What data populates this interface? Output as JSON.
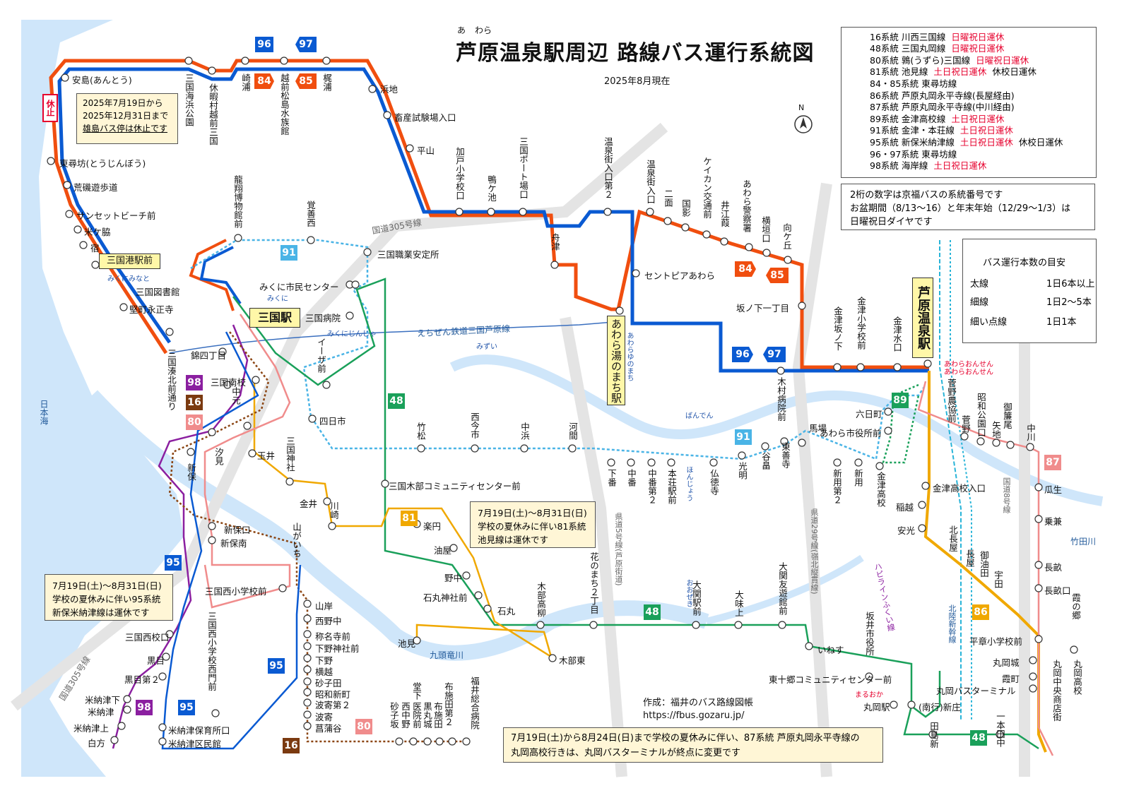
{
  "header": {
    "title": "芦原温泉駅周辺 路線バス運行系統図",
    "ruby_a": "あ",
    "ruby_wara": "わら",
    "date": "2025年8月現在",
    "compass": "N"
  },
  "legend": {
    "rows": [
      {
        "label": "16系統 川西三国線",
        "note": "日曜祝日運休",
        "note2": "",
        "color": "#8b4513",
        "style": "dotted"
      },
      {
        "label": "48系統 三国丸岡線",
        "note": "日曜祝日運休",
        "note2": "",
        "color": "#1aa05a",
        "style": "solid"
      },
      {
        "label": "80系統 鶉(うずら)三国線",
        "note": "日曜祝日運休",
        "note2": "",
        "color": "#f08c8c",
        "style": "solid"
      },
      {
        "label": "81系統 池見線",
        "note": "土日祝日運休",
        "note2": "休校日運休",
        "color": "#f0a800",
        "style": "solid"
      },
      {
        "label": "84・85系統 東尋坊線",
        "note": "",
        "note2": "",
        "color": "#f04e0f",
        "style": "thick"
      },
      {
        "label": "86系統 芦原丸岡永平寺線(長屋経由)",
        "note": "",
        "note2": "",
        "color": "#f0a800",
        "style": "thick"
      },
      {
        "label": "87系統 芦原丸岡永平寺線(中川経由)",
        "note": "",
        "note2": "",
        "color": "#f08c8c",
        "style": "solid"
      },
      {
        "label": "89系統 金津高校線",
        "note": "土日祝日運休",
        "note2": "",
        "color": "#1aa05a",
        "style": "dotted"
      },
      {
        "label": "91系統 金津・本荘線",
        "note": "土日祝日運休",
        "note2": "",
        "color": "#4ab4e6",
        "style": "dotted"
      },
      {
        "label": "95系統 新保米納津線",
        "note": "土日祝日運休",
        "note2": "休校日運休",
        "color": "#0a5ad2",
        "style": "solid"
      },
      {
        "label": "96・97系統 東尋坊線",
        "note": "",
        "note2": "",
        "color": "#0a5ad2",
        "style": "thick"
      },
      {
        "label": "98系統 海岸線",
        "note": "土日祝日運休",
        "note2": "",
        "color": "#8b1fa0",
        "style": "solid"
      }
    ]
  },
  "note_numbers": {
    "line1": "2桁の数字は京福バスの系統番号です",
    "line2": "お盆期間（8/13～16）と年末年始（12/29～1/3）は",
    "line3": "日曜祝日ダイヤです"
  },
  "frequency": {
    "title": "バス運行本数の目安",
    "rows": [
      {
        "name": "太線",
        "desc": "1日6本以上"
      },
      {
        "name": "細線",
        "desc": "1日2～5本"
      },
      {
        "name": "細い点線",
        "desc": "1日1本"
      }
    ]
  },
  "notices": {
    "suspension_tag": "休止",
    "suspension": [
      "2025年7月19日から",
      "2025年12月31日まで",
      "雄島バス停は休止です"
    ],
    "route81": [
      "7月19日(土)～8月31日(日)",
      "学校の夏休みに伴い81系統",
      "池見線は運休です"
    ],
    "route95": [
      "7月19日(土)～8月31日(日)",
      "学校の夏休みに伴い95系統",
      "新保米納津線は運休です"
    ],
    "route87": [
      "7月19日(土)から8月24日(日)まで学校の夏休みに伴い、87系統 芦原丸岡永平寺線の",
      "丸岡高校行きは、丸岡バスターミナルが終点に変更です"
    ]
  },
  "credit": {
    "line1": "作成：福井のバス路線図帳",
    "line2": "https://fbus.gozaru.jp/"
  },
  "stations": {
    "mikuni": "三国駅",
    "mikuniminato": "三国港駅前",
    "yunomachi": "あわら湯のまち駅",
    "awaraonsen": "芦原温泉駅"
  },
  "route_badges": {
    "r84": "84",
    "r85": "85",
    "r96": "96",
    "r97": "97",
    "r91": "91",
    "r48": "48",
    "r89": "89",
    "r98": "98",
    "r16": "16",
    "r80": "80",
    "r81": "81",
    "r95": "95",
    "r86": "86",
    "r87": "87"
  },
  "stops": {
    "anto": "安島(あんとう)",
    "tojinbo": "東尋坊(とうじんぼう)",
    "araiso": "荒磯遊歩道",
    "sunset": "サンセットビーチ前",
    "yonegawaki": "米ケ脇",
    "shuku": "宿",
    "toshokan": "三国図書館",
    "katamachi": "堅町永正寺",
    "kamotsu": "三国湊北前通り",
    "nishikishi": "錦四丁目",
    "minamiko": "三国南校",
    "nakamoto": "中元",
    "shiomi": "汐見",
    "shinbo": "新保",
    "shinboguchi": "新保口",
    "shinbominami": "新保南",
    "nishisho": "三国西小学校前",
    "nishiko": "三国西校口",
    "kurome": "黒目",
    "kurome2": "黒目第２",
    "yonaijushita": "米納津下",
    "yonaiju": "米納津",
    "yonaijukami": "米納津上",
    "shirakata": "白方",
    "nishishomon": "三国西小学校西門前",
    "hoiku": "米納津保育所口",
    "kominkan": "米納津区民館",
    "kaihin": "三国海浜公園",
    "kyuka": "休暇村越前三国",
    "sakiura": "崎浦",
    "suizokukan": "越前松島水族館",
    "kajiura": "梶浦",
    "hamaji": "浜地",
    "chikusan": "畜産試験場入口",
    "hirayama": "平山",
    "kado": "加戸小学校口",
    "kamogaike": "鴨ケ池",
    "port": "三国ポート場口",
    "funazu": "舟津",
    "onsengai2": "温泉街入口第２",
    "onsengai": "温泉街入口",
    "futaomote": "二面",
    "kuniyoshi": "国影",
    "keikan": "ケイカン交通前",
    "igarashi": "井江葭",
    "keisatsu": "あわら警察署",
    "yokogaki": "横垣口",
    "mukogaoka": "向ケ丘",
    "centpia": "セントピアあわら",
    "sakanoshita": "坂ノ下一丁目",
    "kanazusaka": "金津坂ノ下",
    "kanazusho": "金津小学校前",
    "kanazumizu": "金津水口",
    "ryusho": "龍翔博物館前",
    "oboezen": "覚善西",
    "shokuan": "三国職業安定所",
    "shimincenter": "みくに市民センター",
    "byoin": "三国病院",
    "izaki": "イーザ前",
    "yokkaichi": "四日市",
    "tamai": "玉井",
    "mikunijinja": "三国神社",
    "kanei": "金井",
    "kawasaki": "川崎",
    "yamagaichi": "山がいち",
    "sanan": "山岸",
    "nishino": "西野中",
    "shomyo": "称名寺前",
    "shimono_jinja": "下野神社前",
    "shimono": "下野",
    "yokokoshi": "横越",
    "sagoda": "砂子田",
    "showashinmachi": "昭和新町",
    "hayose2": "波寄第２",
    "hayose": "波寄",
    "komoya": "菖蒲谷",
    "kibe_cc": "三国木部コミュニティセンター前",
    "rakuen": "楽円",
    "aburaya": "油屋",
    "nonaka": "野中",
    "ishimaru_jinja": "石丸神社前",
    "ishimaru": "石丸",
    "ikemi": "池見",
    "kibehigashi": "木部東",
    "kibetakayanagi": "木部高柳",
    "hanamachi2": "花のまち２丁目",
    "takegi": "竹松",
    "nishiimaichi": "西今市",
    "nakahama": "中浜",
    "kawama": "河間",
    "shimoban": "下番",
    "nakaban": "中番",
    "nakaban2": "中番第２",
    "honjoeki": "本荘駅前",
    "butsutokuji": "仏徳寺",
    "mitsuaki": "光明",
    "tanikura": "谷畠",
    "higashizenji": "東善寺",
    "kimurabyoin": "木村病院前",
    "baba": "馬場",
    "rokujocho": "六日町",
    "shiyakusho": "あわら市役所前",
    "shinyo2": "新用第２",
    "shinyo": "新用",
    "kanazukoko": "金津高校",
    "kanazukokoiriguchi": "金津高校入口",
    "inagoshi": "稲越",
    "yasumitsu": "安光",
    "oseki": "大関駅前",
    "oaji": "大味上",
    "otomoyukan": "大関友遊館前",
    "inesu": "いねす",
    "higashijugo": "東十郷コミュニティセンター前",
    "sakaishiyakusho": "坂井市役所",
    "maruokaeki": "丸岡駅",
    "minamiyuki": "(南行)新庄",
    "tashima": "田島新",
    "ipponden": "一本田中",
    "suganonokyo": "菅野農協前",
    "sugano": "菅野",
    "showakoen": "昭和公園口",
    "yaji": "矢地",
    "gosuo": "御簾尾",
    "nakagawa": "中川",
    "uryu": "瓜生",
    "norinaka": "乗兼",
    "nagasu": "長畝",
    "nagasuguchi": "長畝口",
    "kitanagaya": "北長屋",
    "nagaya": "長屋",
    "goyuden": "御油田",
    "ushirota": "宇田",
    "heisho": "平章小学校前",
    "maruokajo": "丸岡城",
    "kasumimachi": "霞町",
    "maruokabt": "丸岡バスターミナル",
    "kasuminogo": "霞の郷",
    "maruokashoten": "丸岡中央商店街",
    "maruokakoko": "丸岡高校",
    "fukuisogo": "福井総合病院",
    "fusedahigashi": "布施田第２",
    "fusedada": "布施田",
    "kuromaru": "黒丸城",
    "ishomae": "医院前",
    "doshita": "堂下",
    "nishinaka": "西中野",
    "sagozaka": "砂子坂"
  },
  "small_labels": {
    "mikuniminato_kana": "みくにみなと",
    "mikuni_kana": "みくに",
    "mikunijinja_kana": "みくにじんじゃ",
    "mizui": "みずい",
    "awarayunomachi_kana": "あわらゆのまち",
    "banden": "ばんでん",
    "honjo_kana": "ほんじょう",
    "ozeki_kana": "おおぜき",
    "maruoka_kana": "まるおか",
    "awaraonsen_kana1": "あわらおんせん",
    "awaraonsen_kana2": "あわらおんせん"
  },
  "geo_labels": {
    "sea": "日本海",
    "river_kuzuryu": "九頭竜川",
    "river_takeda": "竹田川",
    "rail_echizen": "えちぜん鉄道三国芦原線",
    "rail_hokuriku": "北陸新幹線",
    "rail_hapi": "ハピラインふくい線",
    "road305a": "国道305号線",
    "road305b": "国道305号線",
    "road5": "県道5号線(芦原街道)",
    "road29": "県道29号線(嶺北縦貫線)",
    "road8": "国道8号線"
  }
}
